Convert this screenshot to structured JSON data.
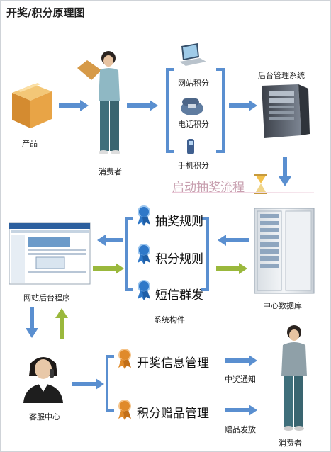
{
  "title": "开奖/积分原理图",
  "product": "产品",
  "consumer": "消费者",
  "channels": [
    "网站积分",
    "电话积分",
    "手机积分"
  ],
  "backend": "后台管理系统",
  "flow_title": "启动抽奖流程",
  "components": [
    "抽奖规则",
    "积分规则",
    "短信群发"
  ],
  "components_caption": "系统构件",
  "database": "中心数据库",
  "web_program": "网站后台程序",
  "service_center": "客服中心",
  "services": [
    "开奖信息管理",
    "积分赠品管理"
  ],
  "notices": [
    "中奖通知",
    "赠品发放"
  ],
  "consumer_bottom": "消费者",
  "colors": {
    "arrow_blue": "#5a8fd0",
    "arrow_green": "#9ab83c",
    "ribbon_blue": "#2f78c8",
    "ribbon_orange": "#e08a2a"
  }
}
